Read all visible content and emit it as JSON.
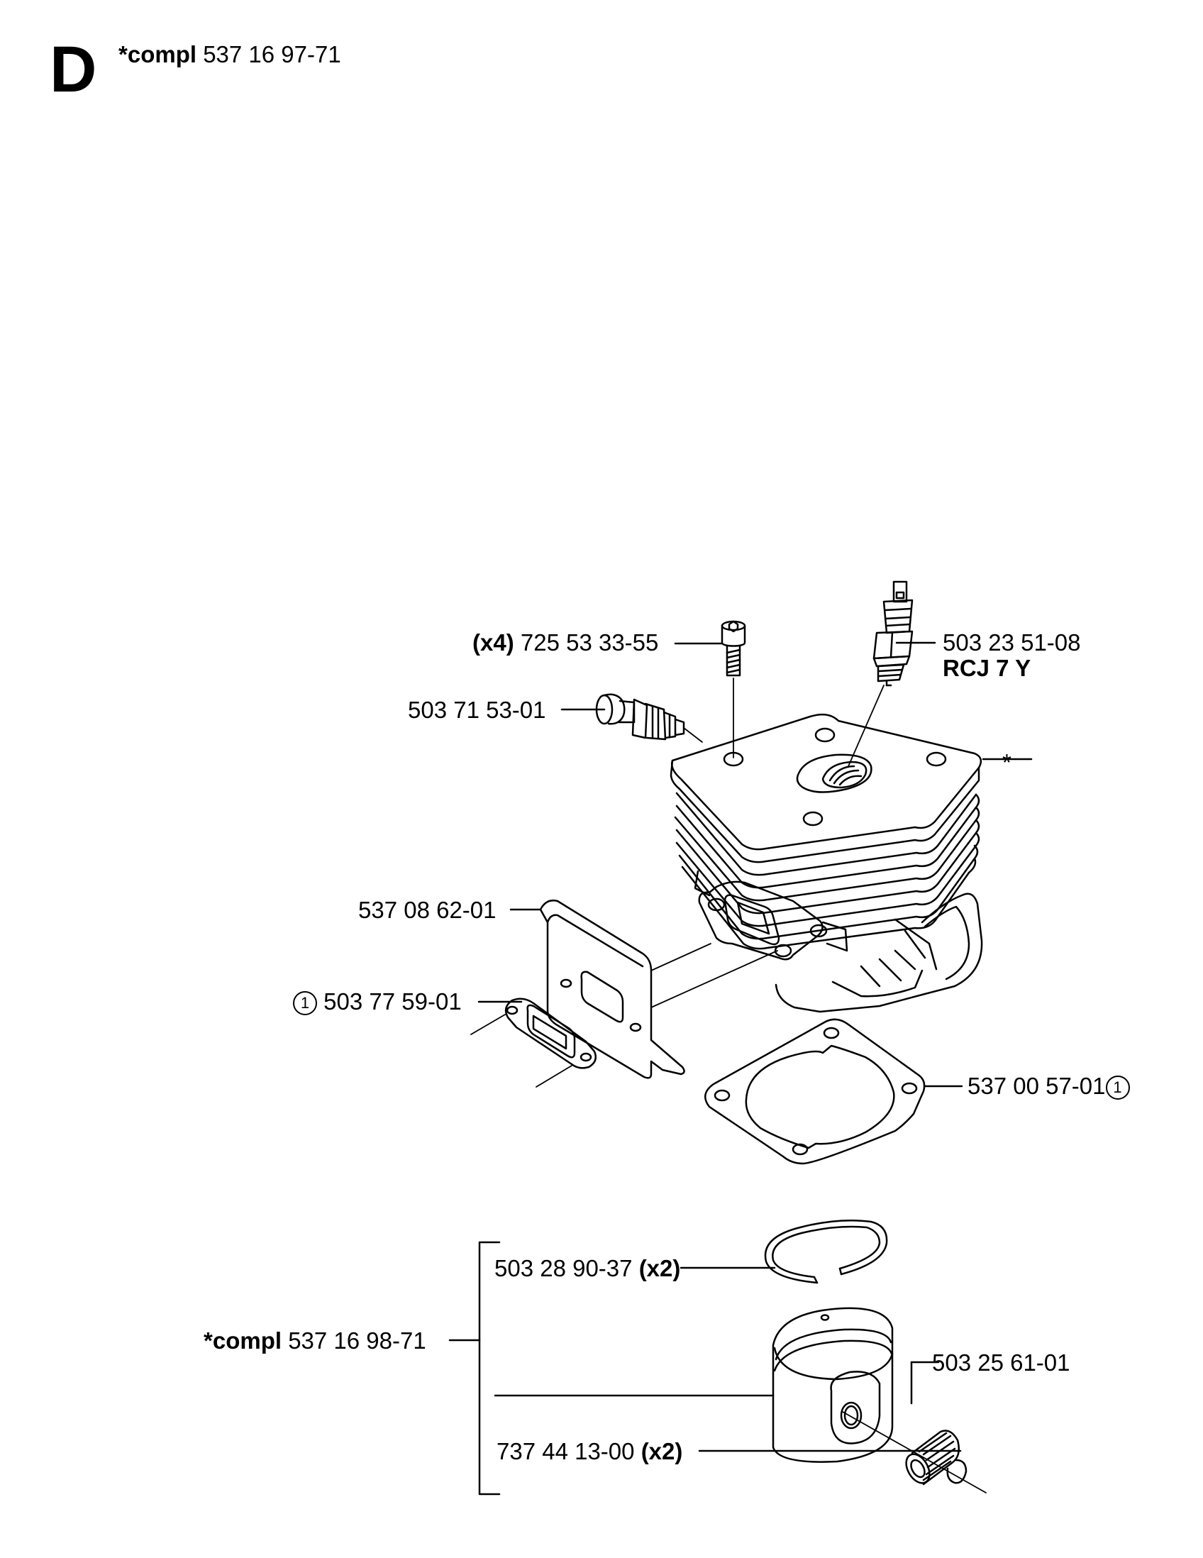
{
  "header": {
    "section_letter": "D",
    "compl_prefix": "*compl",
    "compl_number": "537 16 97-71"
  },
  "callouts": {
    "screw": {
      "qty": "(x4)",
      "part": "725 53 33-55"
    },
    "spark_plug": {
      "part": "503 23 51-08",
      "type": "RCJ 7 Y"
    },
    "decomp_valve": {
      "part": "503 71 53-01"
    },
    "cylinder": {
      "marker": "*"
    },
    "heat_shield": {
      "part": "537 08 62-01"
    },
    "exhaust_gasket": {
      "ref": "1",
      "part": "503 77 59-01"
    },
    "cylinder_gasket": {
      "part": "537 00 57-01",
      "ref": "1"
    },
    "piston_ring": {
      "part": "503 28 90-37",
      "qty": "(x2)"
    },
    "piston_kit": {
      "compl_prefix": "*compl",
      "part": "537 16 98-71"
    },
    "needle_bearing": {
      "part": "503 25 61-01"
    },
    "circlip": {
      "part": "737 44 13-00",
      "qty": "(x2)"
    }
  }
}
